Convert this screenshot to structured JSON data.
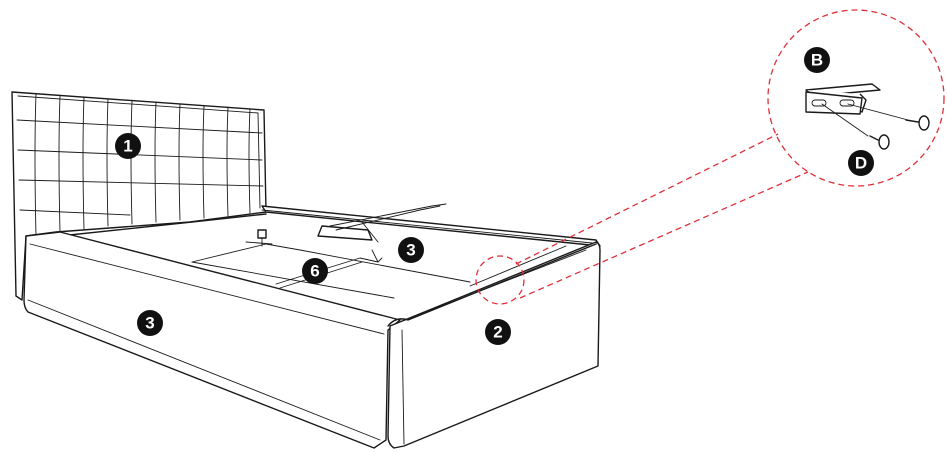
{
  "callouts": [
    {
      "id": "part-1",
      "label": "1"
    },
    {
      "id": "part-2",
      "label": "2"
    },
    {
      "id": "part-3-side",
      "label": "3"
    },
    {
      "id": "part-3-inner",
      "label": "3"
    },
    {
      "id": "part-6",
      "label": "6"
    },
    {
      "id": "hardware-b",
      "label": "B"
    },
    {
      "id": "hardware-d",
      "label": "D"
    }
  ],
  "colors": {
    "line": "#1a1a1a",
    "detail_circle": "#e0303a",
    "badge": "#111111"
  },
  "icons": [
    "bracket-icon",
    "screw-icon"
  ]
}
